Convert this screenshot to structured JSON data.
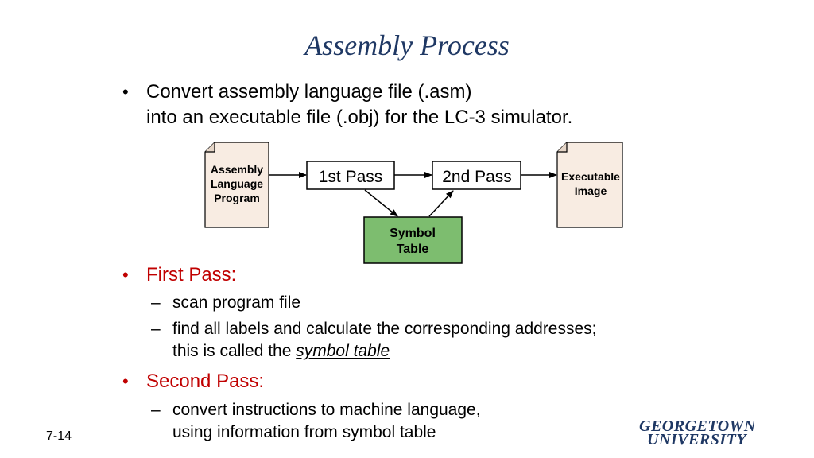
{
  "title": "Assembly Process",
  "bullet1": {
    "line1": "Convert assembly language file (.asm)",
    "line2": "into an executable file (.obj) for the LC-3 simulator."
  },
  "diagram": {
    "source_doc": [
      "Assembly",
      "Language",
      "Program"
    ],
    "pass1": "1st Pass",
    "pass2": "2nd Pass",
    "output_doc": [
      "Executable",
      "Image"
    ],
    "symbol_table": [
      "Symbol",
      "Table"
    ],
    "colors": {
      "doc_fill": "#f8ece2",
      "symbol_fill": "#7dbd6f"
    }
  },
  "first_pass": {
    "heading": "First Pass:",
    "items": [
      "scan program file",
      "find all labels and calculate the corresponding addresses;"
    ],
    "item2_cont_prefix": "this is called the ",
    "item2_cont_em": "symbol table"
  },
  "second_pass": {
    "heading": "Second Pass:",
    "item_line1": "convert instructions to machine language,",
    "item_line2": "using information from symbol table"
  },
  "slide_number": "7-14",
  "logo": {
    "line1": "GEORGETOWN",
    "line2": "UNIVERSITY"
  }
}
